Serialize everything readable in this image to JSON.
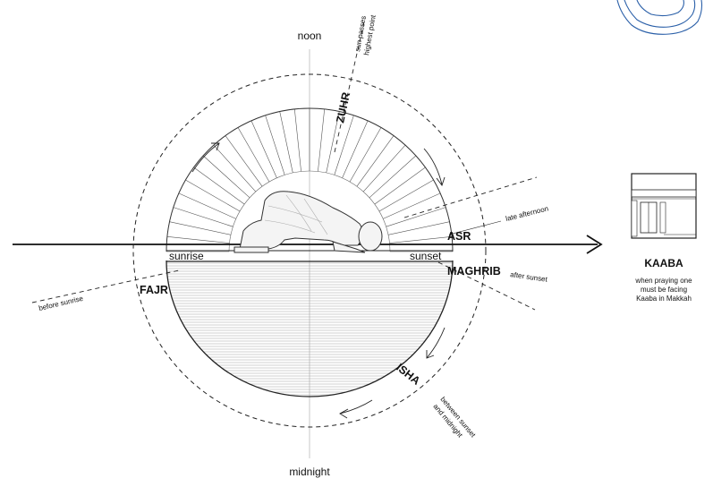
{
  "labels": {
    "noon": "noon",
    "midnight": "midnight",
    "sunrise": "sunrise",
    "sunset": "sunset"
  },
  "prayers": {
    "zuhr": "ZUHR",
    "asr": "ASR",
    "maghrib": "MAGHRIB",
    "fajr": "FAJR",
    "isha": "ISHA"
  },
  "notes": {
    "zuhr_line1": "sun passes",
    "zuhr_line2": "highest point",
    "asr": "late afternoon",
    "maghrib": "after sunset",
    "fajr": "before sunrise",
    "isha_line1": "between sunset",
    "isha_line2": "and midnight"
  },
  "kaaba": {
    "title": "KAABA",
    "line1": "when praying one",
    "line2": "must be facing",
    "line3": "Kaaba in Makkah"
  },
  "colors": {
    "ink": "#111111",
    "map_stroke": "#2a5fa8"
  }
}
